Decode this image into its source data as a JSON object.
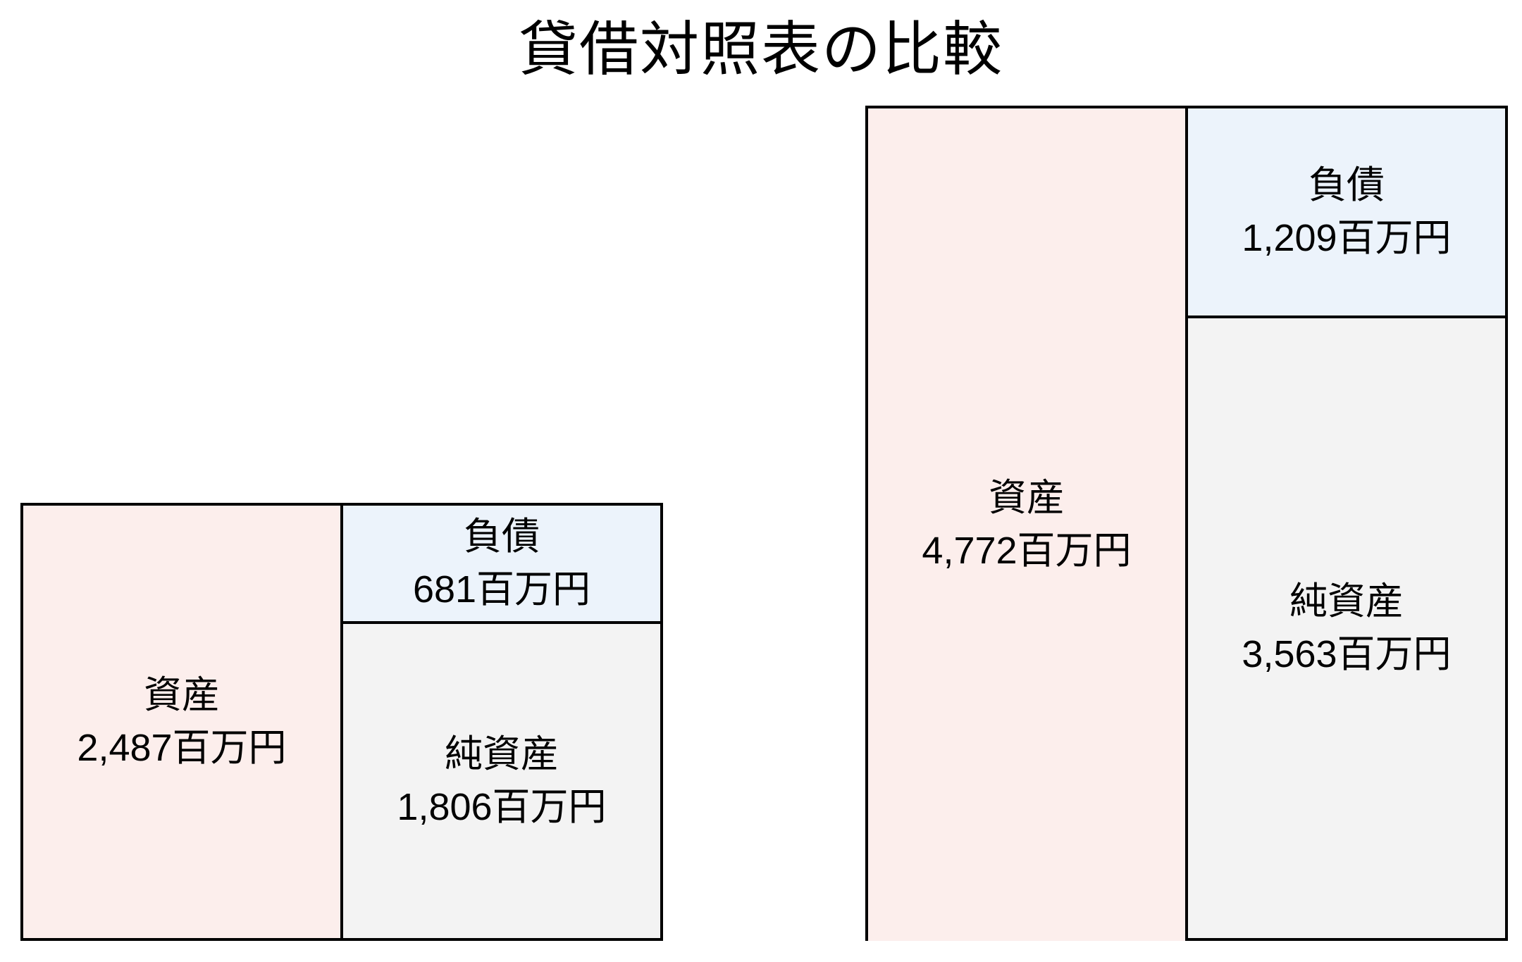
{
  "title": "貸借対照表の比較",
  "colors": {
    "background": "#FFFFFF",
    "border": "#000000",
    "text": "#000000",
    "assets": "#FCEEEC",
    "liabilities": "#ECF3FB",
    "net_assets": "#F3F3F3"
  },
  "charts": [
    {
      "assets": {
        "label": "資産",
        "value": "2,487百万円",
        "amount": 2487
      },
      "liabilities": {
        "label": "負債",
        "value": "681百万円",
        "amount": 681
      },
      "net_assets": {
        "label": "純資産",
        "value": "1,806百万円",
        "amount": 1806
      }
    },
    {
      "assets": {
        "label": "資産",
        "value": "4,772百万円",
        "amount": 4772
      },
      "liabilities": {
        "label": "負債",
        "value": "1,209百万円",
        "amount": 1209
      },
      "net_assets": {
        "label": "純資産",
        "value": "3,563百万円",
        "amount": 3563
      }
    }
  ],
  "chart_data": {
    "type": "bar",
    "title": "貸借対照表の比較",
    "unit": "百万円",
    "grid": false,
    "legend": false,
    "axes_visible": false,
    "layout": "two balance-sheet boxes, bottoms aligned, heights proportional to amounts; each box: left column = assets, right column = liabilities stacked above net assets",
    "series": [
      {
        "name": "資産",
        "values": [
          2487,
          4772
        ]
      },
      {
        "name": "負債",
        "values": [
          681,
          1209
        ]
      },
      {
        "name": "純資産",
        "values": [
          1806,
          3563
        ]
      }
    ]
  }
}
